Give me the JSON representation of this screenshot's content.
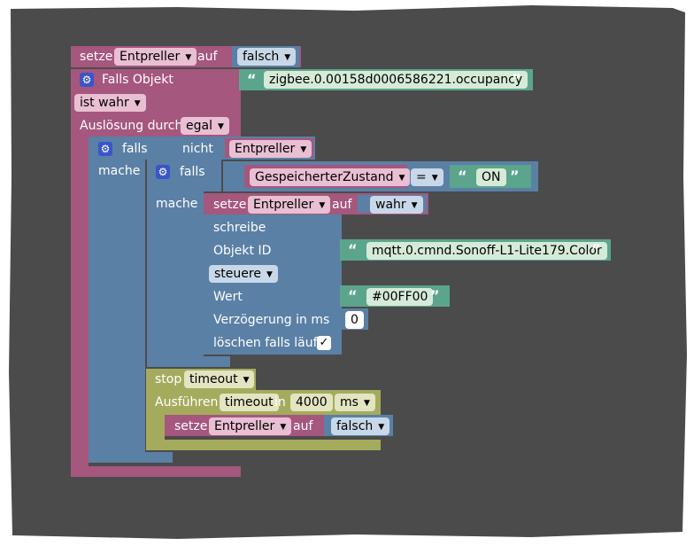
{
  "colors": {
    "variable": "#a5577e",
    "logic": "#5b80a5",
    "text": "#5ba58c",
    "timer": "#a5ab5d",
    "io": "#5b80a5",
    "background": "#4b4b4b"
  },
  "blocks": {
    "set_top": {
      "keyword": "setze",
      "var": "Entpreller",
      "to": "auf",
      "value": "falsch"
    },
    "trigger": {
      "title": "Falls Objekt",
      "object_id": "zigbee.0.00158d0006586221.occupancy",
      "condition": "ist wahr",
      "trigger_label": "Auslösung durch",
      "trigger_value": "egal"
    },
    "if_outer": {
      "keyword": "falls",
      "do": "mache",
      "not": "nicht",
      "var": "Entpreller"
    },
    "if_inner": {
      "keyword": "falls",
      "do": "mache",
      "var": "GespeicherterZustand",
      "op": "=",
      "value": "ON"
    },
    "set_inner": {
      "keyword": "setze",
      "var": "Entpreller",
      "to": "auf",
      "value": "wahr"
    },
    "write": {
      "title": "schreibe",
      "object_label": "Objekt ID",
      "object_id": "mqtt.0.cmnd.Sonoff-L1-Lite179.Color",
      "mode": "steuere",
      "value_label": "Wert",
      "value": "#00FF00",
      "delay_label": "Verzögerung in ms",
      "delay": "0",
      "clear_label": "löschen falls läuft",
      "clear_checked": "✓"
    },
    "stop": {
      "keyword": "stop",
      "timer": "timeout"
    },
    "run": {
      "keyword": "Ausführen",
      "timer": "timeout",
      "in": "in",
      "delay": "4000",
      "unit": "ms"
    },
    "set_bottom": {
      "keyword": "setze",
      "var": "Entpreller",
      "to": "auf",
      "value": "falsch"
    }
  },
  "glyphs": {
    "open_quote": "“",
    "close_quote": "”",
    "gear": "⚙",
    "dropdown": "▾"
  }
}
